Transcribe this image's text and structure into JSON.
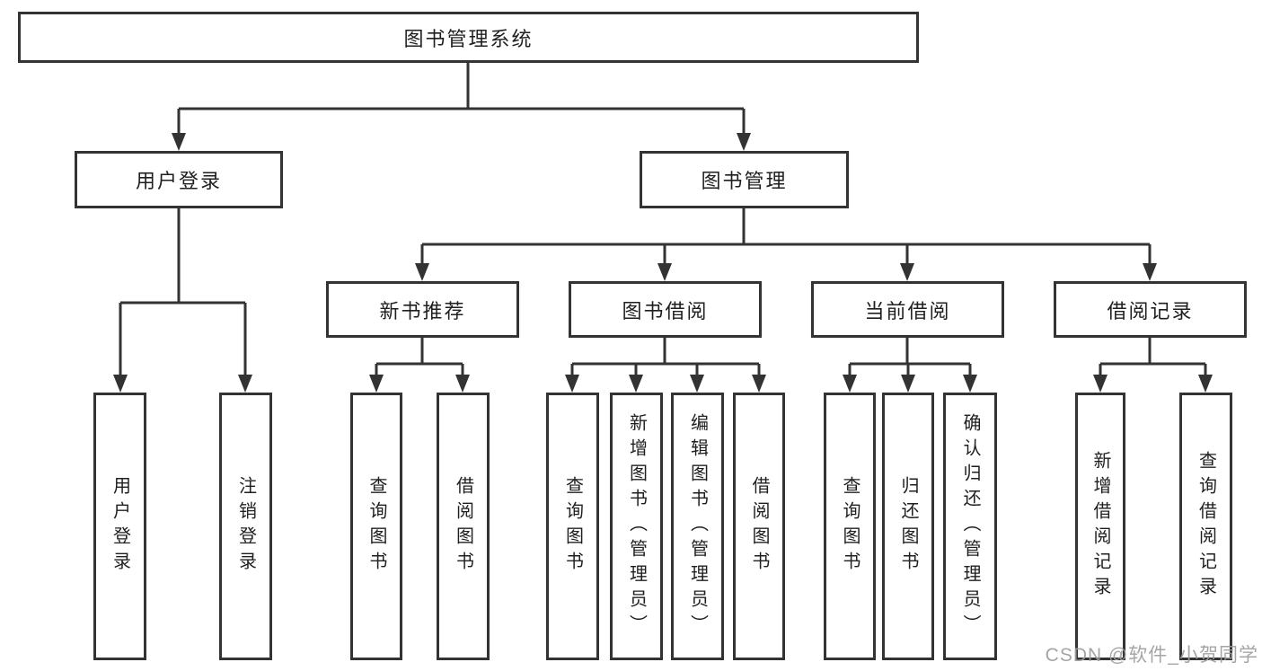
{
  "diagram": {
    "root": "图书管理系统",
    "branches": [
      "用户登录",
      "图书管理"
    ],
    "modules": [
      "新书推荐",
      "图书借阅",
      "当前借阅",
      "借阅记录"
    ],
    "login_leaves": [
      "用户登录",
      "注销登录"
    ],
    "newbook_leaves": [
      "查询图书",
      "借阅图书"
    ],
    "borrow_leaves": [
      "查询图书",
      "新增图书（管理员）",
      "编辑图书（管理员）",
      "借阅图书"
    ],
    "current_leaves": [
      "查询图书",
      "归还图书",
      "确认归还（管理员）"
    ],
    "record_leaves": [
      "新增借阅记录",
      "查询借阅记录"
    ]
  },
  "watermark": "CSDN @软件_小贺同学",
  "colors": {
    "line": "#333333",
    "box_border": "#333333",
    "box_background": "#ffffff",
    "text": "#1f1f1f",
    "watermark": "#9e9e9e",
    "page_background": "#ffffff"
  }
}
